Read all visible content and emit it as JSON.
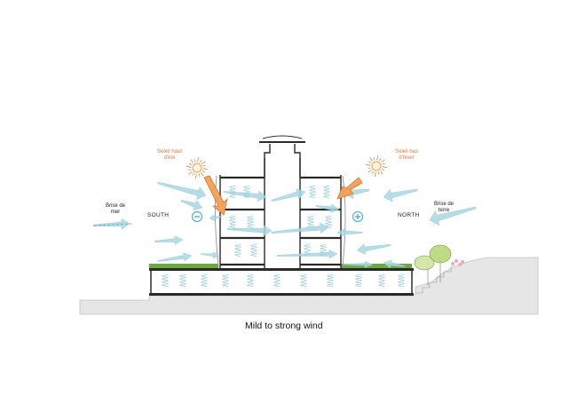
{
  "labels": {
    "sun_summer": "Soleil haut d'été",
    "sun_winter": "Soleil bas d'hiver",
    "breeze_sea": "Brise de mer",
    "breeze_land": "Brise de terre",
    "south": "SOUTH",
    "north": "NORTH"
  },
  "caption": "Mild to strong wind",
  "colors": {
    "wind": "#a8d8e4",
    "wind_stroke": "#8cc6d6",
    "sun_arrow": "#e8863a",
    "sun": "#f0a050",
    "roof_green": "#6aaa3a",
    "ground": "#e6e6e6",
    "structure": "#2a2a2a",
    "tree": "#b8d878",
    "flowers": "#f0a8b8"
  },
  "icons": {
    "south_badge": "minus-circle-icon",
    "north_badge": "plus-circle-icon"
  }
}
